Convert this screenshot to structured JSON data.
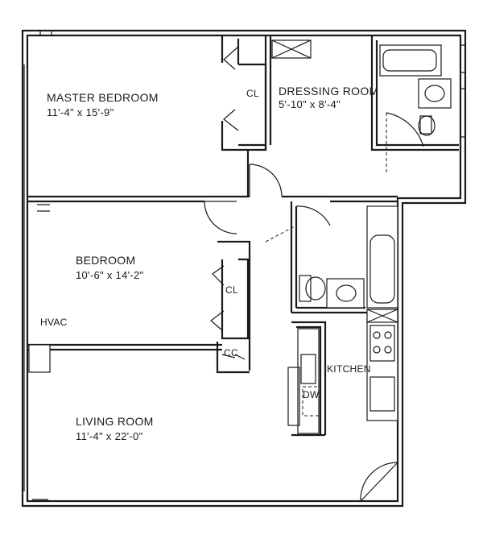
{
  "rooms": {
    "master_bedroom": {
      "name": "MASTER BEDROOM",
      "dims": "11'-4\" x 15'-9\""
    },
    "dressing_room": {
      "name": "DRESSING ROOM",
      "dims": "5'-10\" x 8'-4\""
    },
    "bedroom": {
      "name": "BEDROOM",
      "dims": "10'-6\" x 14'-2\""
    },
    "living_room": {
      "name": "LIVING ROOM",
      "dims": "11'-4\" x 22'-0\""
    },
    "kitchen": {
      "name": "KITCHEN"
    }
  },
  "tags": {
    "master_closet": "CL",
    "bedroom_closet": "CL",
    "coat_closet": "CC",
    "hvac": "HVAC",
    "dishwasher": "DW"
  }
}
